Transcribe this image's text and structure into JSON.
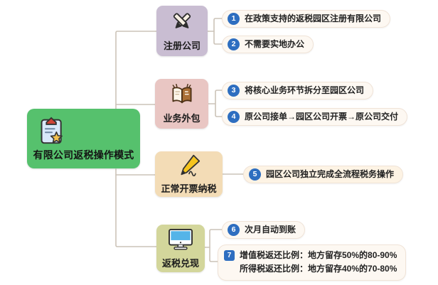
{
  "root": {
    "label": "有限公司返税操作模式",
    "icon": "clipboard-star-icon",
    "color": "#56c16d"
  },
  "branches": [
    {
      "label": "注册公司",
      "icon": "crossed-pencils-icon",
      "color": "#c9bdd2",
      "items": [
        {
          "num": "1",
          "text": "在政策支持的返税园区注册有限公司"
        },
        {
          "num": "2",
          "text": "不需要实地办公"
        }
      ]
    },
    {
      "label": "业务外包",
      "icon": "open-book-icon",
      "color": "#e9c6c3",
      "items": [
        {
          "num": "3",
          "text": "将核心业务环节拆分至园区公司"
        },
        {
          "num": "4",
          "text": "原公司接单→园区公司开票→原公司交付"
        }
      ]
    },
    {
      "label": "正常开票纳税",
      "icon": "pencil-writing-icon",
      "color": "#f3dcb6",
      "items": [
        {
          "num": "5",
          "text": "园区公司独立完成全流程税务操作"
        }
      ]
    },
    {
      "label": "返税兑现",
      "icon": "computer-monitor-icon",
      "color": "#d3d69b",
      "items": [
        {
          "num": "6",
          "text": "次月自动到账"
        },
        {
          "num": "7",
          "lines": [
            "增值税返还比例：地方留存50%的80-90%",
            "所得税返还比例：地方留存40%的70-80%"
          ]
        }
      ]
    }
  ],
  "palette": {
    "badge_blue": "#2e6ec0",
    "connector": "#ccc3b8",
    "pill_bg": "#fdf8f2",
    "text": "#1f1f1f",
    "background": "#ffffff"
  }
}
